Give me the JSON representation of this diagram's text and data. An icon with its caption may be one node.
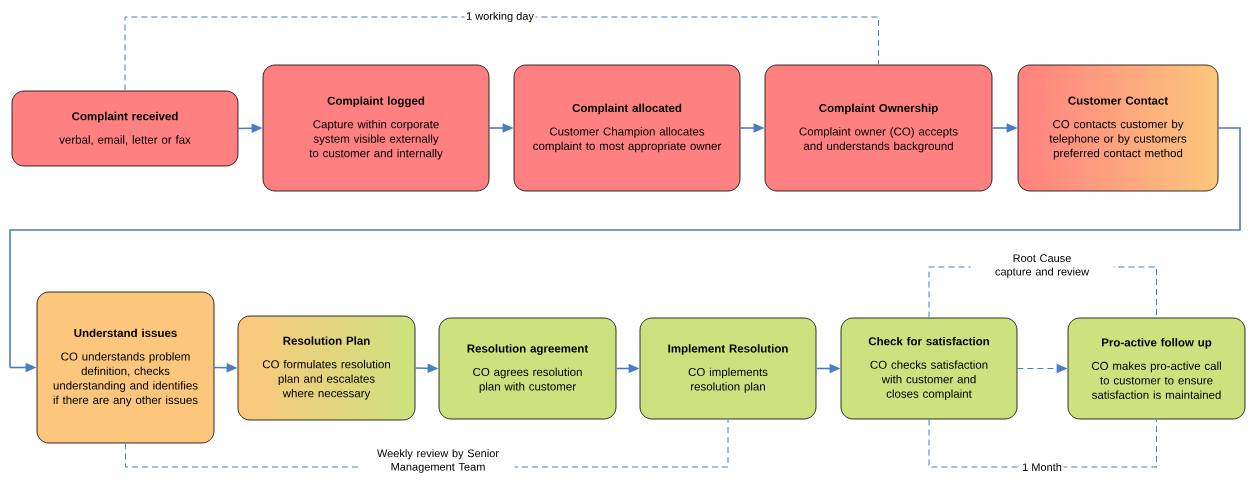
{
  "diagram": {
    "nodes": [
      {
        "text": [
          "Complaint received",
          "verbal, email, letter or fax"
        ]
      },
      {
        "text": [
          "Complaint logged",
          "Capture within corporate system visible externally to customer and internally"
        ]
      },
      {
        "text": [
          "Complaint allocated",
          "Customer Champion allocates complaint to most appropriate owner"
        ]
      },
      {
        "text": [
          "Complaint Ownership",
          "Complaint owner (CO) accepts and understands background"
        ]
      },
      {
        "text": [
          "Customer Contact",
          "CO contacts customer by telephone or by customers preferred contact method"
        ]
      },
      {
        "text": [
          "Understand issues",
          "CO understands problem definition, checks understanding and identifies if there are any other issues"
        ]
      },
      {
        "text": [
          "Resolution Plan",
          "CO formulates resolution plan and escalates where necessary"
        ]
      },
      {
        "text": [
          "Resolution agreement",
          "CO agrees resolution plan with customer"
        ]
      },
      {
        "text": [
          "Implement Resolution",
          "CO implements resolution plan"
        ]
      },
      {
        "text": [
          "Check for satisfaction",
          "CO checks satisfaction with customer and closes complaint"
        ]
      },
      {
        "text": [
          "Pro-active follow up",
          "CO makes pro-active call to customer to ensure satisfaction is maintained"
        ]
      }
    ],
    "edges": [
      {
        "from": 0,
        "to": 1,
        "arrow": "to"
      },
      {
        "from": 1,
        "to": 2,
        "arrow": "to"
      },
      {
        "from": 2,
        "to": 3,
        "arrow": "to"
      },
      {
        "from": 3,
        "to": 4,
        "arrow": "to"
      },
      {
        "from": 4,
        "to": 5,
        "arrow": "to"
      },
      {
        "from": 5,
        "to": 6,
        "arrow": "to"
      },
      {
        "from": 6,
        "to": 7,
        "arrow": "to"
      },
      {
        "from": 7,
        "to": 8,
        "arrow": "to"
      },
      {
        "from": 8,
        "to": 9,
        "arrow": "to"
      },
      {
        "from": 9,
        "to": 10,
        "arrow": "to",
        "style": "dashed"
      },
      {
        "from": 0,
        "to": 3,
        "arrow": "none",
        "style": "dashed",
        "label": "1 working day"
      },
      {
        "from": 5,
        "to": 8,
        "arrow": "none",
        "style": "dashed",
        "label": "Weekly review by Senior Management Team"
      },
      {
        "from": 9,
        "to": 10,
        "arrow": "none",
        "style": "dashed",
        "label": "Root Cause capture and review"
      },
      {
        "from": 9,
        "to": 10,
        "arrow": "none",
        "style": "dashed",
        "label": "1 Month"
      }
    ]
  }
}
